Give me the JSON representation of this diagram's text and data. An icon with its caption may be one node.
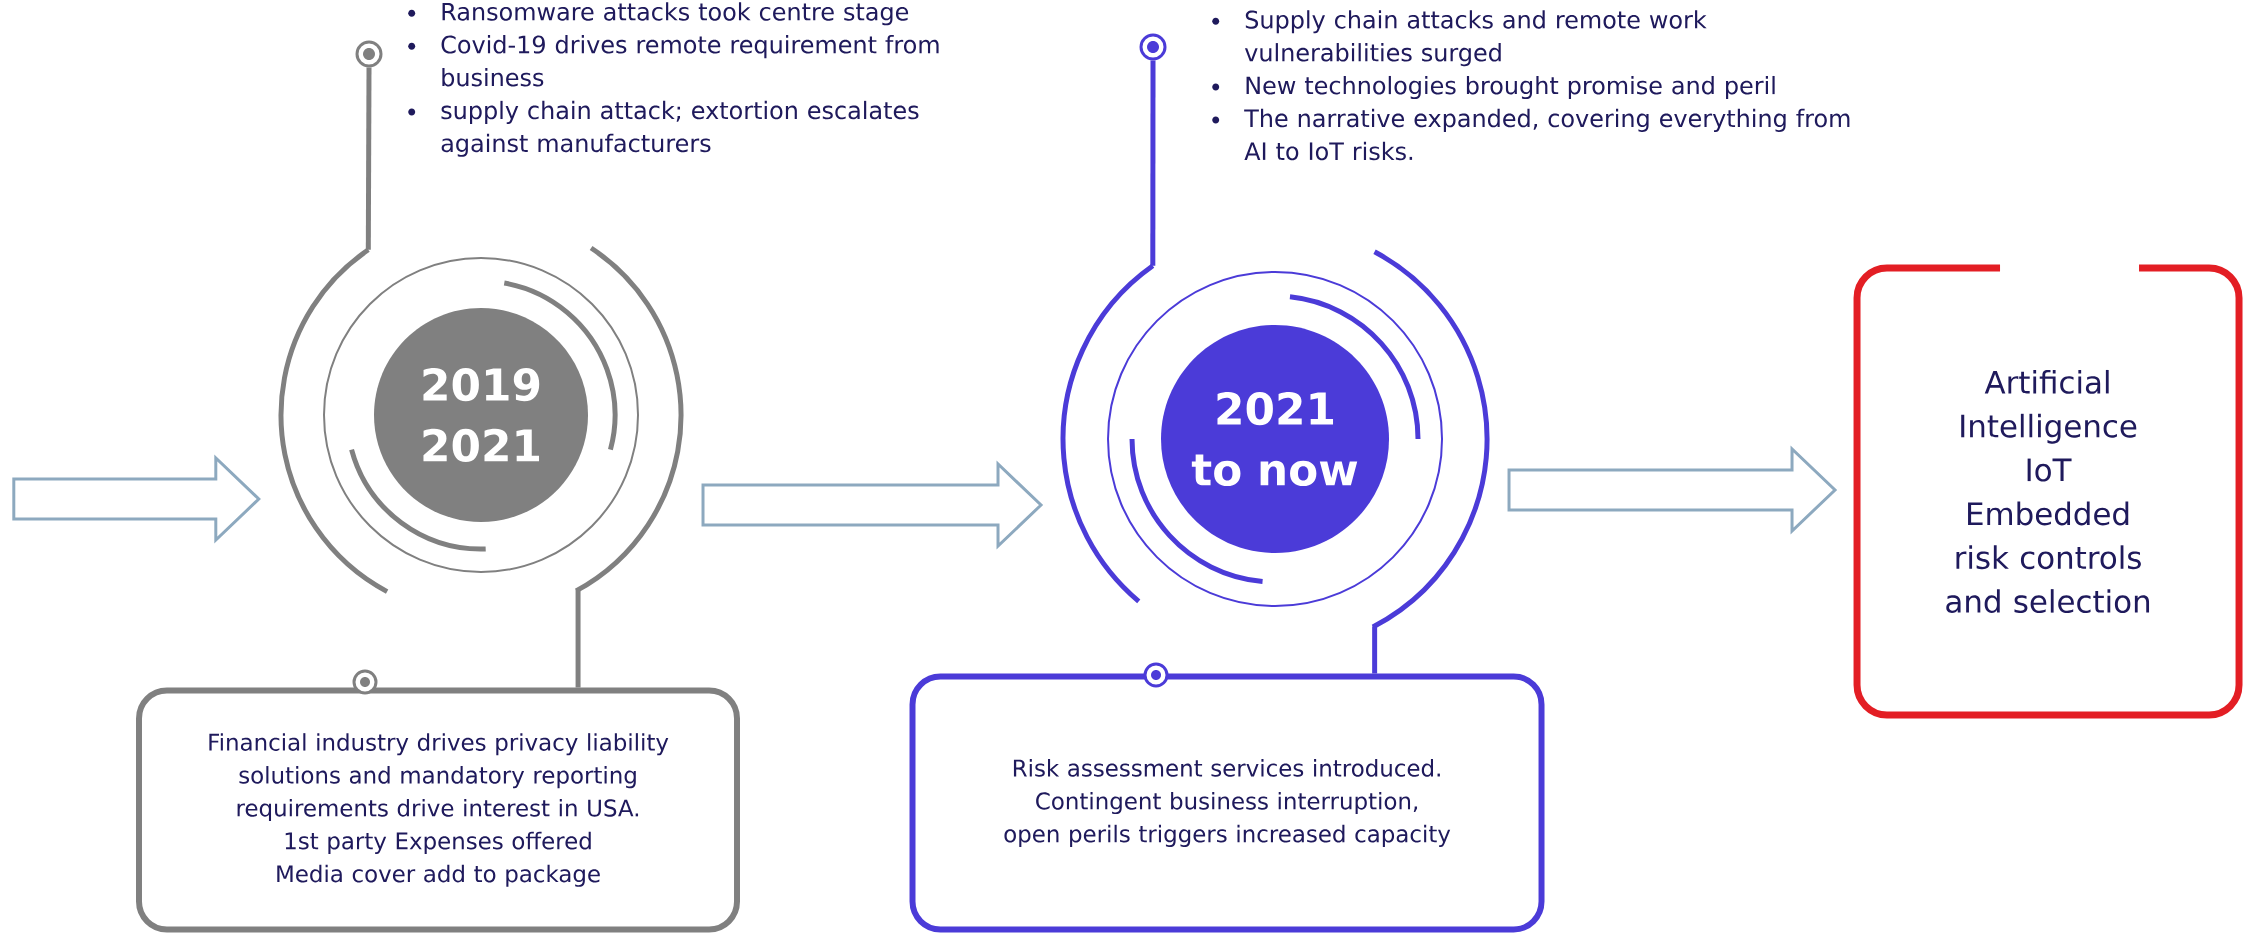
{
  "diagram": {
    "nodes": [
      {
        "text": [
          "2019 2021"
        ]
      },
      {
        "text": [
          "Financial industry drives privacy liability solutions and mandatory reporting requirements drive interest in USA.",
          "1st party Expenses offered Media cover add to package"
        ]
      },
      {
        "text": [
          "2021 to now"
        ]
      },
      {
        "text": [
          "Risk assessment services introduced.",
          "Contingent business interruption, open perils triggers increased capacity"
        ]
      },
      {
        "text": [
          "Artificial Intelligence",
          "IoT",
          "Embedded risk controls and selection"
        ]
      }
    ],
    "edges": [
      {
        "from": null,
        "to": 0,
        "arrow": "to",
        "color": "#8da9bf"
      },
      {
        "from": 0,
        "to": 1,
        "arrow": "none",
        "color": "#808080"
      },
      {
        "from": 0,
        "to": 2,
        "arrow": "to",
        "color": "#8da9bf"
      },
      {
        "from": 2,
        "to": 3,
        "arrow": "none",
        "color": "#4b3bd8"
      },
      {
        "from": 2,
        "to": 4,
        "arrow": "to",
        "color": "#8da9bf"
      }
    ],
    "labels": [
      "Ransomware attacks took centre stage",
      "Covid-19 drives remote requirement from business",
      "supply chain attack; extortion escalates against manufacturers",
      "Supply chain attacks and remote work vulnerabilities surged",
      "New technologies brought promise and peril",
      "The narrative expanded, covering everything from AI to IoT risks."
    ]
  }
}
